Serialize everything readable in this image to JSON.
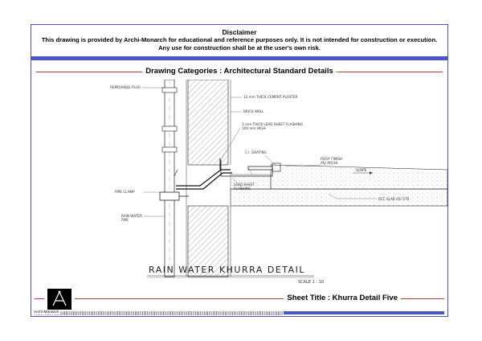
{
  "disclaimer": {
    "title": "Disclaimer",
    "text": "This drawing is provided by Archi-Monarch for educational and reference purposes only. It is not intended for construction or execution. Any use for construction shall be at the user's own risk."
  },
  "category": {
    "label": "Drawing Categories : Architectural Standard Details"
  },
  "drawing": {
    "labels": {
      "removable_plug": "REMOVABLE PLUG",
      "plaster": "12 mm THICK CEMENT PLASTER",
      "brick_wall": "BRICK WALL",
      "lead_flashing": "3 mm THICK LEAD SHEET FLASHING",
      "lead_flashing_height": "100 mm HIGH",
      "ci_grating": "C.I. GRATING",
      "roof_finish": "ROOF FINISH",
      "roof_finish_ref": "AS/ ARCHI.",
      "slope": "SLOPE",
      "lead_sheet": "LEAD SHEET",
      "lead_sheet_2": "FLASHING",
      "pipe_clamp": "PIPE CLAMP",
      "rain_water": "RAIN WATER",
      "pipe": "PIPE",
      "rcc_slab": "RCC SLAB AS/ STR."
    },
    "title": "RAIN WATER KHURRA DETAIL",
    "scale": "SCALE   1 : 10"
  },
  "sheet": {
    "title": "Sheet Title : Khurra Detail Five"
  },
  "brand": {
    "name": "Archi-Monarch"
  }
}
